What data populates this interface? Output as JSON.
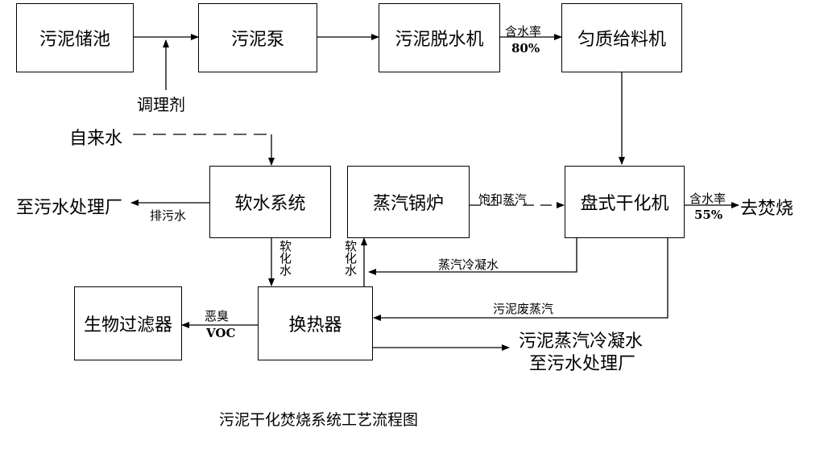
{
  "nodes": {
    "storage": "污泥储池",
    "pump": "污泥泵",
    "dewater": "污泥脱水机",
    "feeder": "匀质给料机",
    "softener": "软水系统",
    "boiler": "蒸汽锅炉",
    "dryer": "盘式干化机",
    "biofilter": "生物过滤器",
    "exchanger": "换热器"
  },
  "labels": {
    "conditioner": "调理剂",
    "tap_water": "自来水",
    "to_wwtp": "至污水处理厂",
    "drain": "排污水",
    "moisture_a": "含水率",
    "moisture_a_val": "80%",
    "moisture_b": "含水率",
    "moisture_b_val": "55%",
    "to_incineration": "去焚烧",
    "saturated_steam": "饱和蒸汽",
    "steam_condensate": "蒸汽冷凝水",
    "soft_water_down": "软化水",
    "soft_water_up": "软化水",
    "sludge_exhaust": "污泥废蒸汽",
    "odor": "恶臭",
    "voc": "VOC",
    "condensate_out_1": "污泥蒸汽冷凝水",
    "condensate_out_2": "至污水处理厂"
  },
  "caption": "污泥干化焚烧系统工艺流程图"
}
